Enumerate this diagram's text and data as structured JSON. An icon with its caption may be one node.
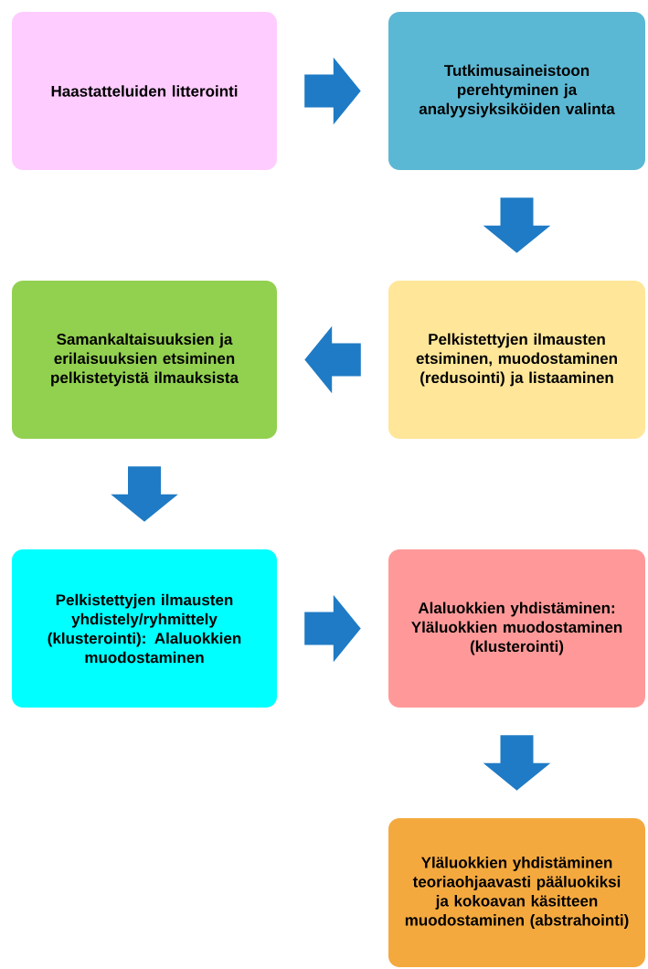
{
  "diagram": {
    "nodes": [
      {
        "text": [
          "Haastatteluiden litterointi"
        ]
      },
      {
        "text": [
          "Tutkimusaineistoon perehtyminen ja analyysiyksiköiden valinta"
        ]
      },
      {
        "text": [
          "Samankaltaisuuksien ja erilaisuuksien etsiminen pelkistetyistä ilmauksista"
        ]
      },
      {
        "text": [
          "Pelkistettyjen ilmausten etsiminen, muodostaminen (redusointi) ja listaaminen"
        ]
      },
      {
        "text": [
          "Pelkistettyjen ilmausten yhdistely/ryhmittely (klusterointi): Alaluokkien muodostaminen"
        ]
      },
      {
        "text": [
          "Alaluokkien yhdistäminen: Yläluokkien muodostaminen (klusterointi)"
        ]
      },
      {
        "text": [
          "Yläluokkien yhdistäminen teoriaohjaavasti pääluokiksi ja kokoavan käsitteen muodostaminen (abstrahointi)"
        ]
      }
    ],
    "edges": [
      {
        "from": 0,
        "to": 1,
        "arrow": "to"
      },
      {
        "from": 1,
        "to": 3,
        "arrow": "to"
      },
      {
        "from": 3,
        "to": 2,
        "arrow": "to"
      },
      {
        "from": 2,
        "to": 4,
        "arrow": "to"
      },
      {
        "from": 4,
        "to": 5,
        "arrow": "to"
      },
      {
        "from": 5,
        "to": 6,
        "arrow": "to"
      }
    ]
  }
}
